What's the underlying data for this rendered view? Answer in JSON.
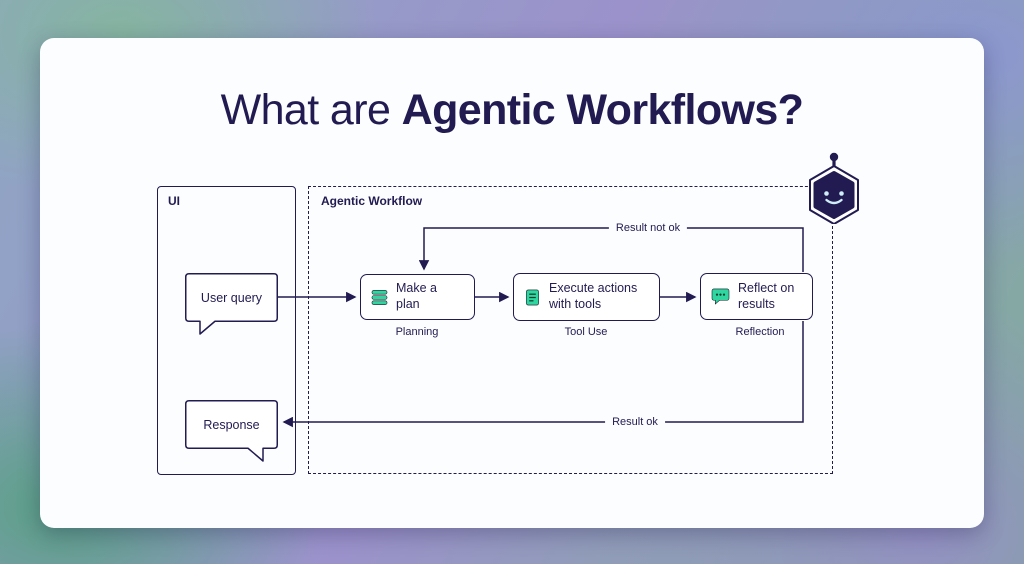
{
  "title": {
    "prefix": "What are ",
    "emphasis": "Agentic Workflows?"
  },
  "ui_panel": {
    "label": "UI",
    "user_query_label": "User query",
    "response_label": "Response"
  },
  "workflow": {
    "label": "Agentic Workflow",
    "nodes": [
      {
        "label": "Make a plan",
        "sublabel": "Planning",
        "icon": "stack-icon"
      },
      {
        "label": "Execute actions with tools",
        "sublabel": "Tool Use",
        "icon": "document-icon"
      },
      {
        "label": "Reflect on results",
        "sublabel": "Reflection",
        "icon": "chat-icon"
      }
    ],
    "feedback_label": "Result not ok",
    "success_label": "Result ok"
  },
  "colors": {
    "navy": "#221b52",
    "green": "#2fd6a0",
    "card_background": "#fbfdff"
  }
}
